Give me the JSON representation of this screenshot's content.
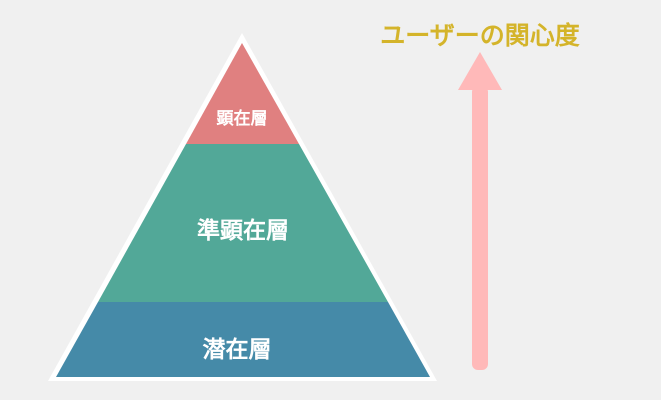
{
  "pyramid": {
    "layers": [
      {
        "label": "顕在層",
        "color": "#e08080"
      },
      {
        "label": "準顕在層",
        "color": "#52a898"
      },
      {
        "label": "潜在層",
        "color": "#458aa8"
      }
    ],
    "outline_color": "#ffffff"
  },
  "arrow": {
    "label": "ユーザーの関心度",
    "label_color": "#d4b42a",
    "color": "#ffb9b9"
  }
}
